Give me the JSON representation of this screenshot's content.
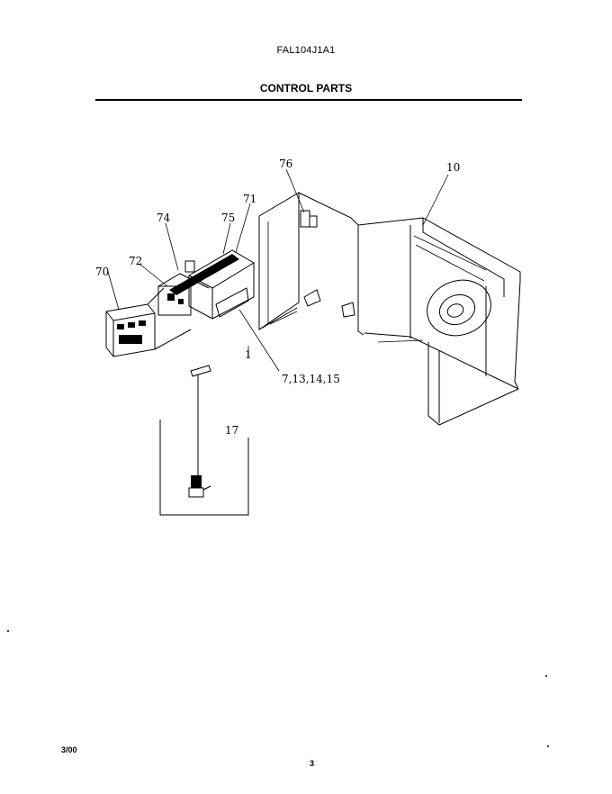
{
  "header": {
    "model_number": "FAL104J1A1",
    "section_title": "CONTROL PARTS"
  },
  "diagram": {
    "callouts": [
      {
        "id": "c70",
        "text": "70"
      },
      {
        "id": "c72",
        "text": "72"
      },
      {
        "id": "c74",
        "text": "74"
      },
      {
        "id": "c75",
        "text": "75"
      },
      {
        "id": "c71",
        "text": "71"
      },
      {
        "id": "c76",
        "text": "76"
      },
      {
        "id": "c10",
        "text": "10"
      },
      {
        "id": "c1",
        "text": "1"
      },
      {
        "id": "c7",
        "text": "7,13,14,15"
      },
      {
        "id": "c17",
        "text": "17"
      }
    ]
  },
  "footer": {
    "date": "3/00",
    "page_number": "3"
  }
}
